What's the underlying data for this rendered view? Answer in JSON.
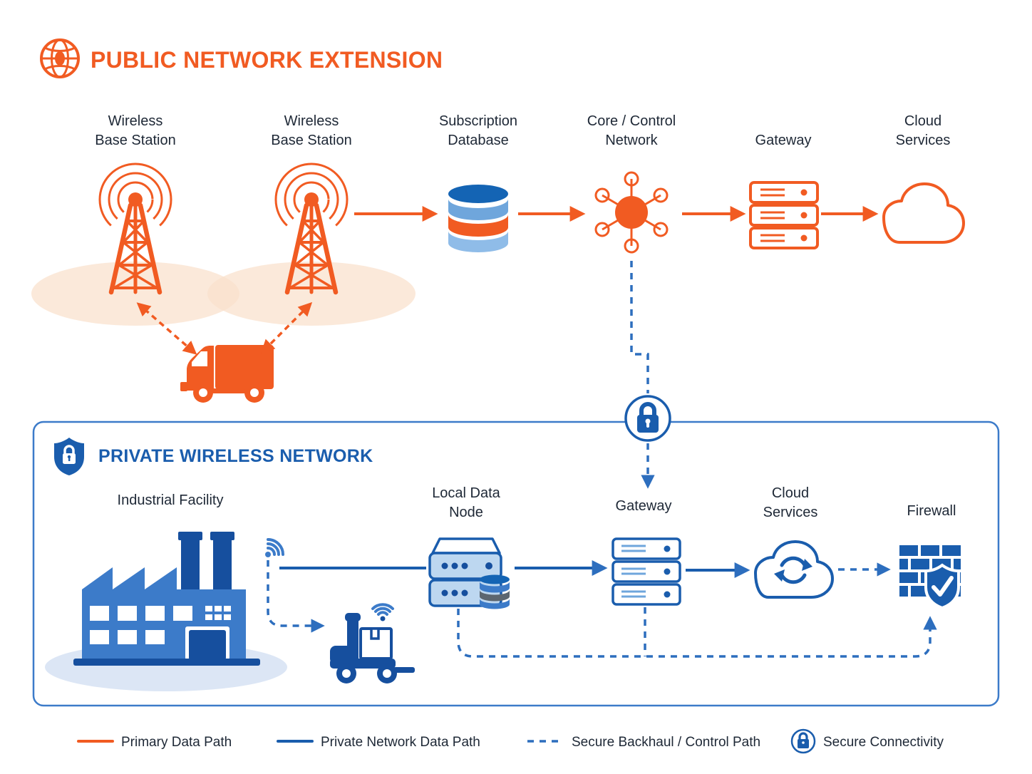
{
  "colors": {
    "orange": "#F15B22",
    "orange_pale": "#FAE0CC",
    "blue": "#1A5DAD",
    "blue_dark": "#164F9E",
    "blue_mid": "#3C7BC9",
    "blue_light": "#6FA6DC",
    "blue_lighter": "#8FBCE8",
    "blue_pale": "#DCE6F5",
    "db_blue": "#1464B4",
    "dashed_blue": "#2D6EBE",
    "gray_band": "#5C6670",
    "drawer_fill": "#BDD7F0",
    "text": "#1E2836"
  },
  "public_section": {
    "title": "PUBLIC NETWORK EXTENSION",
    "nodes": {
      "base_station_1": {
        "line1": "Wireless",
        "line2": "Base Station"
      },
      "base_station_2": {
        "line1": "Wireless",
        "line2": "Base Station"
      },
      "subscription_database": {
        "line1": "Subscription",
        "line2": "Database"
      },
      "core_control_network": {
        "line1": "Core / Control",
        "line2": "Network"
      },
      "gateway": {
        "line1": "Gateway",
        "line2": ""
      },
      "cloud_services": {
        "line1": "Cloud",
        "line2": "Services"
      }
    }
  },
  "private_section": {
    "title": "PRIVATE WIRELESS NETWORK",
    "nodes": {
      "industrial_facility": {
        "line1": "Industrial Facility",
        "line2": ""
      },
      "local_data_node": {
        "line1": "Local Data",
        "line2": "Node"
      },
      "gateway": {
        "line1": "Gateway",
        "line2": ""
      },
      "cloud_services": {
        "line1": "Cloud",
        "line2": "Services"
      },
      "firewall": {
        "line1": "Firewall",
        "line2": ""
      }
    }
  },
  "legend": {
    "items": [
      {
        "swatch": "orange-solid-line",
        "label": "Primary Data Path"
      },
      {
        "swatch": "blue-solid-line",
        "label": "Private Network Data Path"
      },
      {
        "swatch": "blue-dashed-line",
        "label": "Secure Backhaul / Control Path"
      },
      {
        "swatch": "lock-circle-icon",
        "label": "Secure Connectivity"
      }
    ]
  }
}
